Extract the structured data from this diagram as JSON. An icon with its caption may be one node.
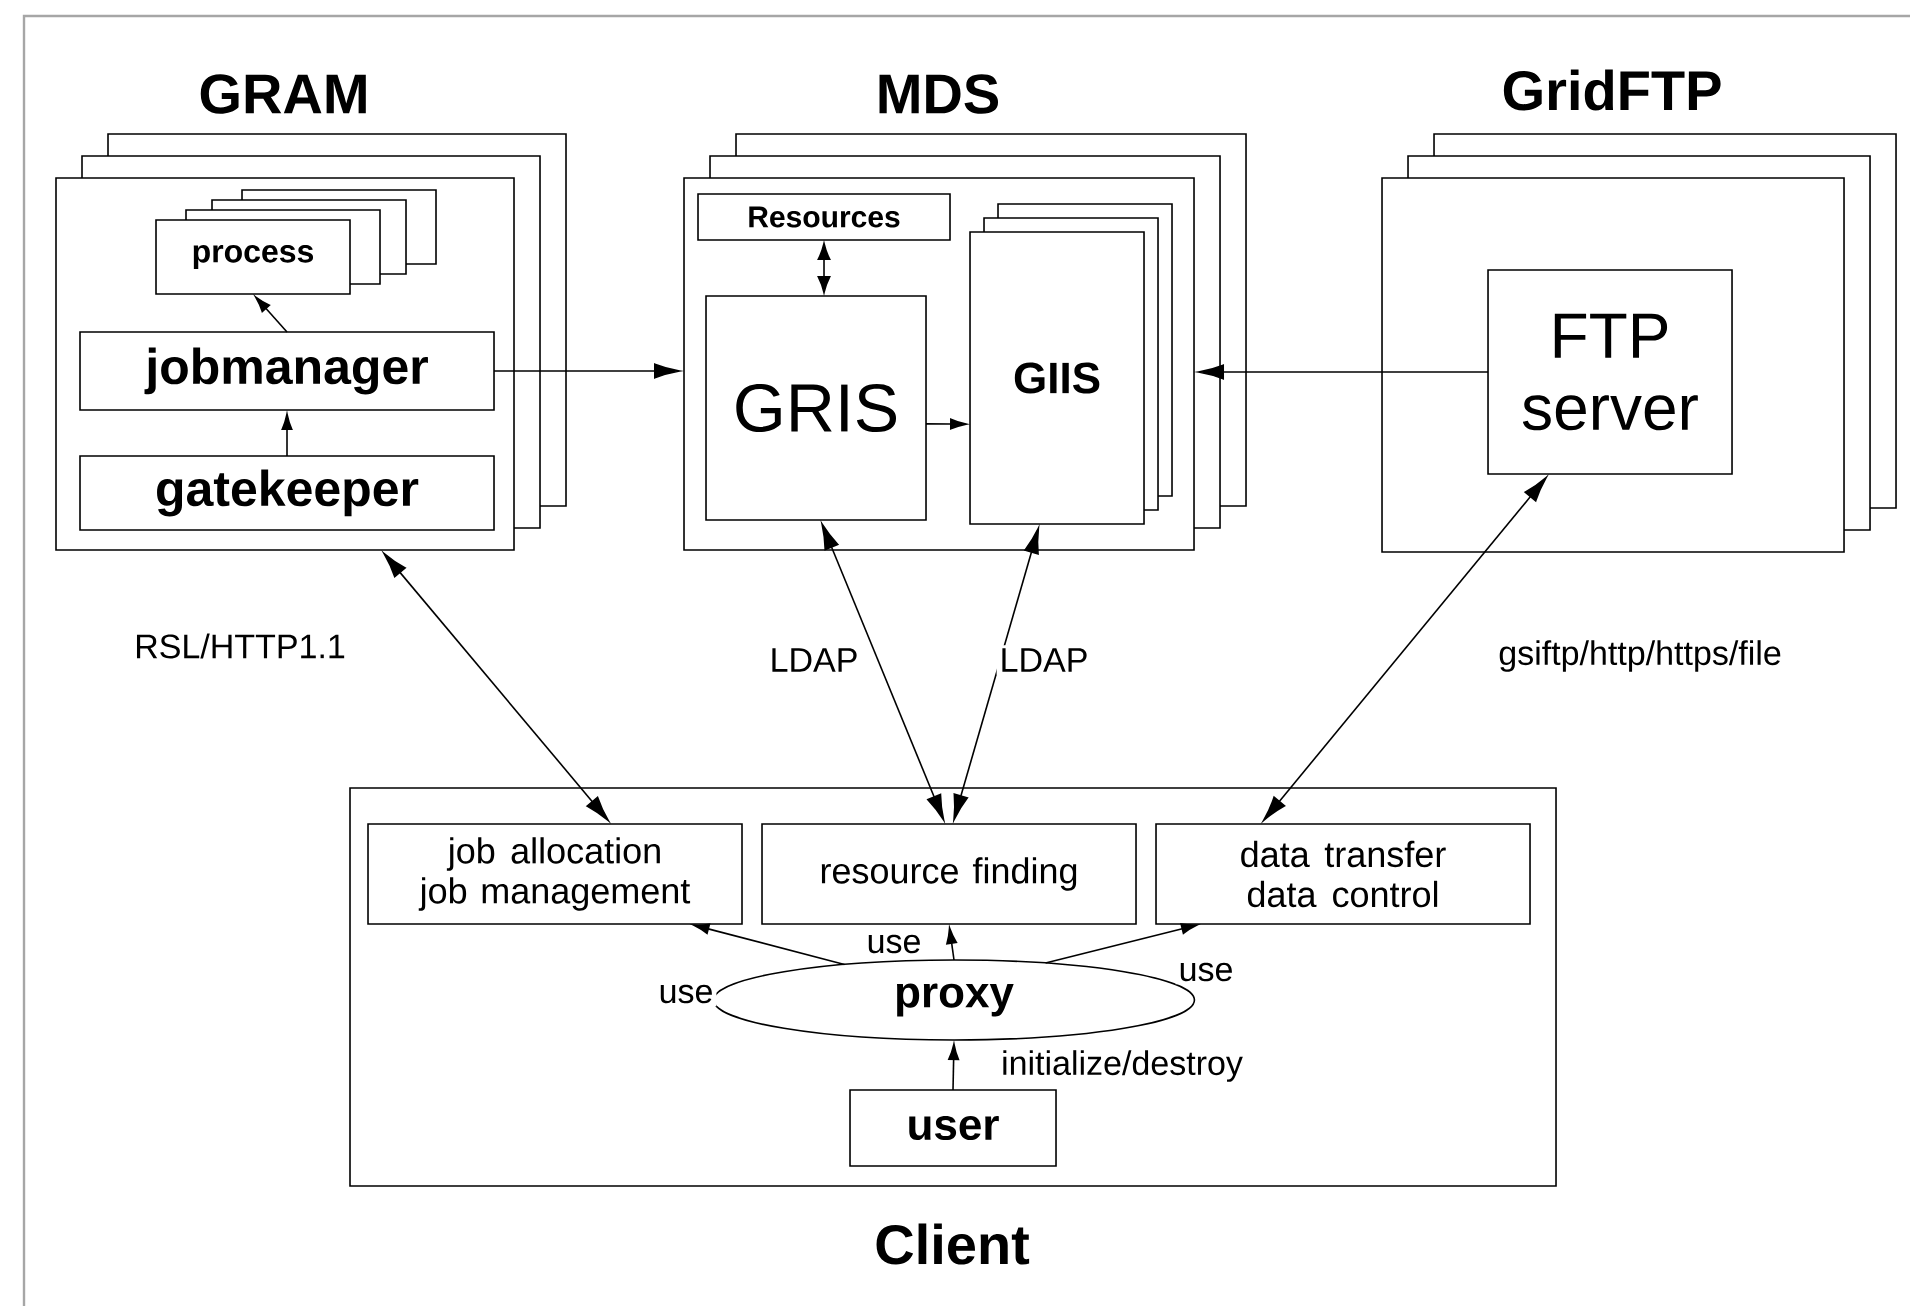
{
  "diagram": {
    "nodes": [
      {
        "text": [
          "GRAM"
        ]
      },
      {
        "text": [
          "process"
        ],
        "in": 0
      },
      {
        "text": [
          "jobmanager"
        ],
        "in": 0
      },
      {
        "text": [
          "gatekeeper"
        ],
        "in": 0
      },
      {
        "text": [
          "MDS"
        ]
      },
      {
        "text": [
          "Resources"
        ],
        "in": 4
      },
      {
        "text": [
          "GRIS"
        ],
        "in": 4
      },
      {
        "text": [
          "GIIS"
        ],
        "in": 4
      },
      {
        "text": [
          "GridFTP"
        ]
      },
      {
        "text": [
          "FTP server"
        ],
        "in": 8
      },
      {
        "text": [
          "Client"
        ]
      },
      {
        "text": [
          "job allocation job management"
        ],
        "in": 10
      },
      {
        "text": [
          "resource finding"
        ],
        "in": 10
      },
      {
        "text": [
          "data transfer data control"
        ],
        "in": 10
      },
      {
        "text": [
          "proxy"
        ],
        "in": 10
      },
      {
        "text": [
          "user"
        ],
        "in": 10
      }
    ],
    "edges": [
      {
        "from": 2,
        "to": 1,
        "arrow": "to"
      },
      {
        "from": 3,
        "to": 2,
        "arrow": "to"
      },
      {
        "from": 2,
        "to": 4,
        "arrow": "to"
      },
      {
        "from": 5,
        "to": 6,
        "arrow": "both"
      },
      {
        "from": 6,
        "to": 7,
        "arrow": "to"
      },
      {
        "from": 9,
        "to": 4,
        "arrow": "to"
      },
      {
        "from": 0,
        "to": 11,
        "arrow": "both",
        "label": "RSL/HTTP1.1"
      },
      {
        "from": 6,
        "to": 12,
        "arrow": "both",
        "label": "LDAP"
      },
      {
        "from": 7,
        "to": 12,
        "arrow": "both",
        "label": "LDAP"
      },
      {
        "from": 9,
        "to": 13,
        "arrow": "both",
        "label": "gsiftp/http/https/file"
      },
      {
        "from": 14,
        "to": 11,
        "arrow": "to",
        "label": "use"
      },
      {
        "from": 14,
        "to": 12,
        "arrow": "to",
        "label": "use"
      },
      {
        "from": 14,
        "to": 13,
        "arrow": "to",
        "label": "use"
      },
      {
        "from": 15,
        "to": 14,
        "arrow": "to",
        "label": "initialize/destroy"
      }
    ]
  }
}
